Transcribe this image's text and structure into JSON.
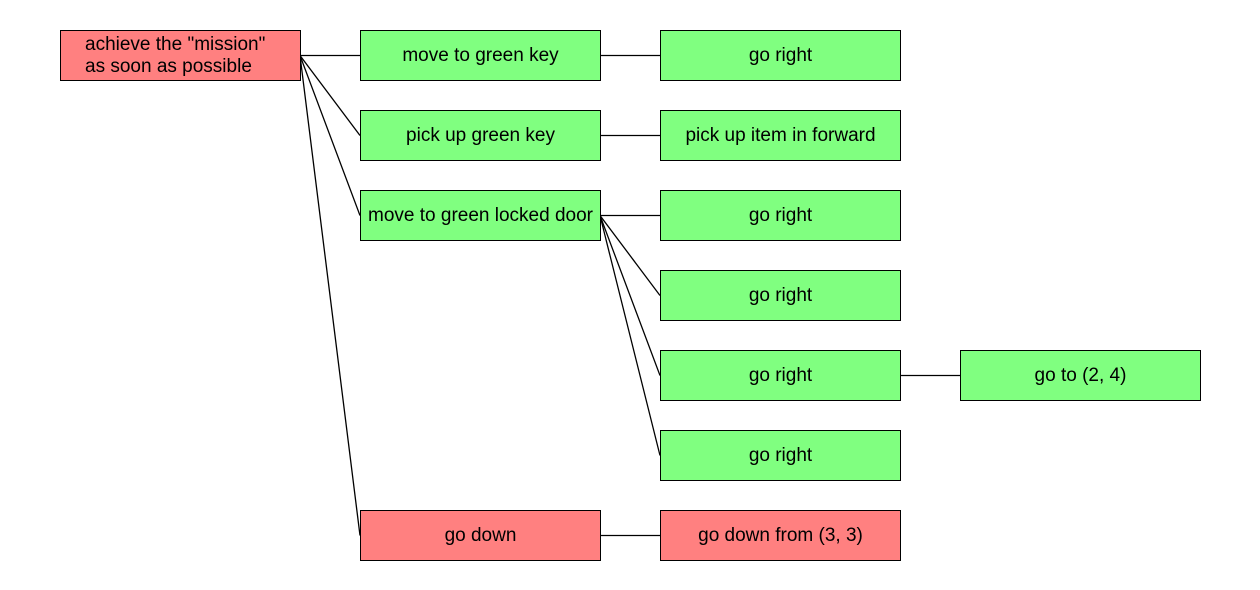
{
  "diagram": {
    "nodes": {
      "root": {
        "label_line1": "achieve the \"mission\"",
        "label_line2": "as soon as possible",
        "status": "failed",
        "color": "#ff8080"
      },
      "a": {
        "label": "move to green key",
        "status": "done",
        "color": "#80ff80"
      },
      "a1": {
        "label": "go right",
        "status": "done",
        "color": "#80ff80"
      },
      "b": {
        "label": "pick up green key",
        "status": "done",
        "color": "#80ff80"
      },
      "b1": {
        "label": "pick up item in forward",
        "status": "done",
        "color": "#80ff80"
      },
      "c": {
        "label": "move to green locked door",
        "status": "done",
        "color": "#80ff80"
      },
      "c1": {
        "label": "go right",
        "status": "done",
        "color": "#80ff80"
      },
      "c2": {
        "label": "go right",
        "status": "done",
        "color": "#80ff80"
      },
      "c3": {
        "label": "go right",
        "status": "done",
        "color": "#80ff80"
      },
      "c3a": {
        "label": "go to (2, 4)",
        "status": "done",
        "color": "#80ff80"
      },
      "c4": {
        "label": "go right",
        "status": "done",
        "color": "#80ff80"
      },
      "d": {
        "label": "go down",
        "status": "failed",
        "color": "#ff8080"
      },
      "d1": {
        "label": "go down from (3, 3)",
        "status": "failed",
        "color": "#ff8080"
      }
    },
    "edges": [
      [
        "root",
        "a"
      ],
      [
        "root",
        "b"
      ],
      [
        "root",
        "c"
      ],
      [
        "root",
        "d"
      ],
      [
        "a",
        "a1"
      ],
      [
        "b",
        "b1"
      ],
      [
        "c",
        "c1"
      ],
      [
        "c",
        "c2"
      ],
      [
        "c",
        "c3"
      ],
      [
        "c",
        "c4"
      ],
      [
        "c3",
        "c3a"
      ],
      [
        "d",
        "d1"
      ]
    ]
  }
}
